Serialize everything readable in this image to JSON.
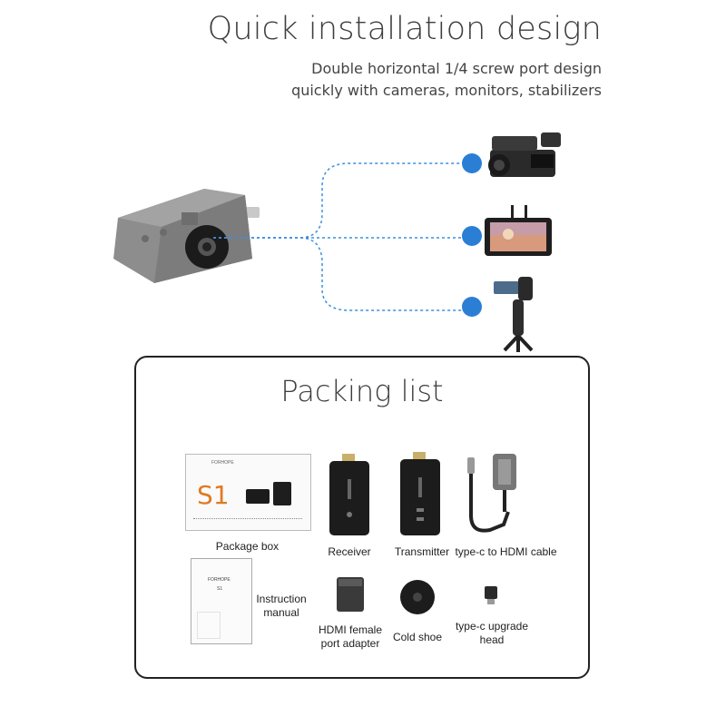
{
  "header": {
    "title": "Quick installation design",
    "subtitle_line1": "Double horizontal 1/4 screw port design",
    "subtitle_line2": "quickly with cameras, monitors, stabilizers"
  },
  "packing": {
    "title": "Packing list",
    "items": [
      {
        "label": "Package box"
      },
      {
        "label": "Receiver"
      },
      {
        "label": "Transmitter"
      },
      {
        "label": "type-c to HDMI cable"
      },
      {
        "label_line1": "Instruction",
        "label_line2": "manual"
      },
      {
        "label_line1": "HDMI female",
        "label_line2": "port adapter"
      },
      {
        "label": "Cold shoe"
      },
      {
        "label_line1": "type-c upgrade",
        "label_line2": "head"
      }
    ],
    "box_text": {
      "brand": "FORHOPE",
      "model": "S1"
    },
    "manual_text": {
      "brand": "FORHOPE",
      "model": "S1"
    }
  },
  "colors": {
    "connector_dot": "#2a7fd4",
    "dashed_line": "#3a8fe0",
    "panel_border": "#222222",
    "device_gray": "#8a8a8a"
  },
  "icons": [
    "camcorder-icon",
    "monitor-icon",
    "gimbal-stabilizer-icon"
  ]
}
